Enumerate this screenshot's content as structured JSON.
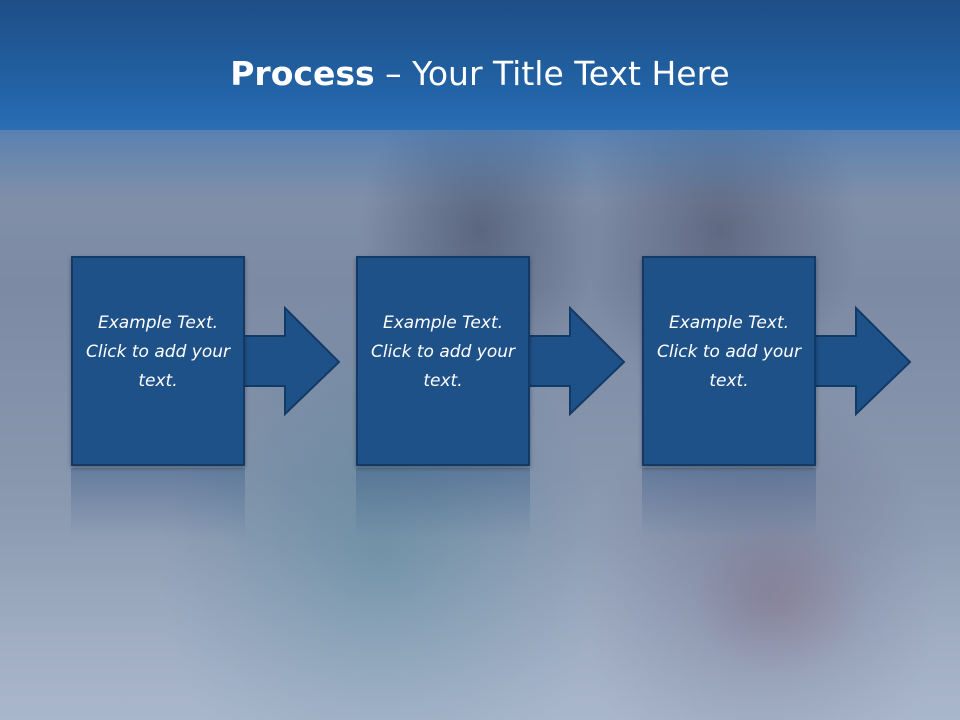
{
  "slide": {
    "title_bold": "Process",
    "title_rest": " – Your Title Text Here"
  },
  "steps": [
    {
      "text": "Example Text. Click  to add your text."
    },
    {
      "text": "Example Text. Click  to add your text."
    },
    {
      "text": "Example Text. Click  to add your text."
    }
  ],
  "colors": {
    "header": "#2263a6",
    "box_fill": "#1f5189",
    "box_border": "#123a66",
    "text": "#ffffff"
  }
}
